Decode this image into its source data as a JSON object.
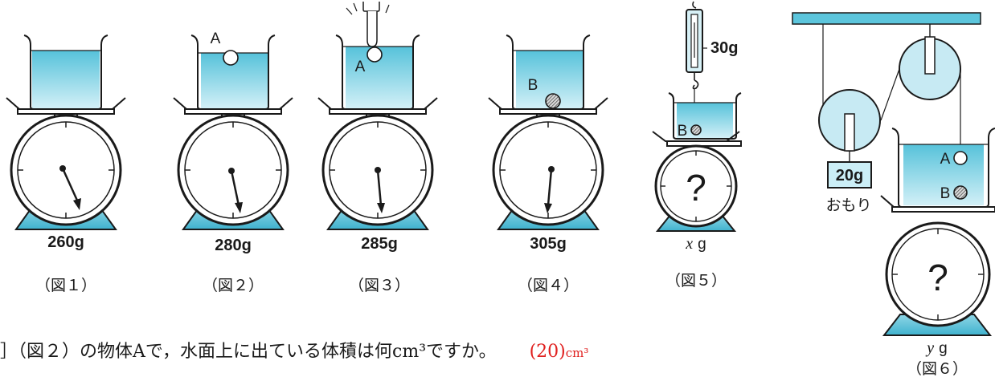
{
  "scales": [
    {
      "reading": "260g",
      "figure": "（図１）"
    },
    {
      "reading": "280g",
      "figure": "（図２）",
      "object_label": "A"
    },
    {
      "reading": "285g",
      "figure": "（図３）",
      "object_label": "A"
    },
    {
      "reading": "305g",
      "figure": "（図４）",
      "object_label": "B"
    },
    {
      "reading": "x g",
      "reading_var": "x",
      "reading_unit": "g",
      "figure": "（図５）",
      "object_label": "B",
      "spring_reading": "30g",
      "dial": "?"
    },
    {
      "reading": "y g",
      "reading_var": "y",
      "reading_unit": "g",
      "figure": "（図６）",
      "label_a": "A",
      "label_b": "B",
      "weight": "20g",
      "weight_caption": "おもり",
      "dial": "?"
    }
  ],
  "question": {
    "text": "］（図２）の物体Aで，水面上に出ている体積は何cm³ですか。",
    "answer": "(20)",
    "unit": "cm³"
  },
  "colors": {
    "water": "#5fc8de",
    "water_light": "#c8ecf5",
    "base": "#3fb7d3",
    "ink": "#1a1a1a"
  }
}
